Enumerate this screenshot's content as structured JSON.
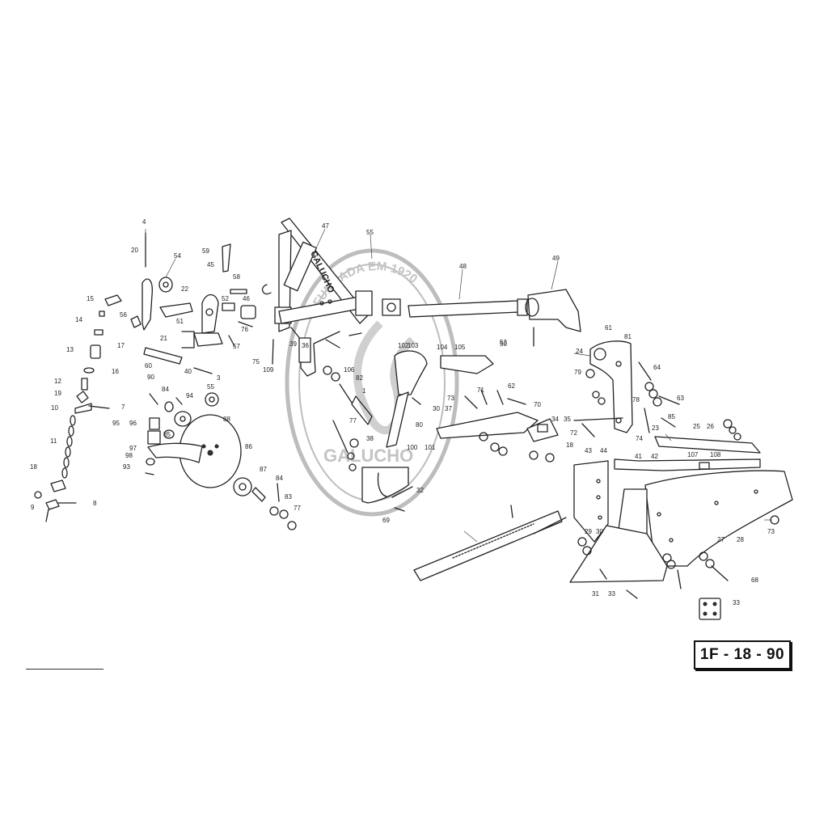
{
  "drawing_code": "1F - 18 - 90",
  "brand_plate": "GALUCHO",
  "watermark": {
    "text_top": "FUNDADA EM 1920",
    "text_bottom": "GALUCHO"
  },
  "part_numbers": [
    "4",
    "20",
    "54",
    "59",
    "45",
    "22",
    "58",
    "52",
    "46",
    "76",
    "57",
    "56",
    "15",
    "14",
    "17",
    "13",
    "16",
    "12",
    "19",
    "10",
    "7",
    "11",
    "18",
    "9",
    "8",
    "51",
    "21",
    "60",
    "40",
    "3",
    "47",
    "55",
    "48",
    "49",
    "50",
    "75",
    "109",
    "39",
    "106",
    "82",
    "1",
    "102",
    "103",
    "104",
    "105",
    "77",
    "36",
    "38",
    "80",
    "100",
    "101",
    "90",
    "84",
    "94",
    "55",
    "95",
    "96",
    "98",
    "93",
    "97",
    "85",
    "88",
    "87",
    "86",
    "84",
    "83",
    "77",
    "53",
    "69",
    "32",
    "61",
    "81",
    "24",
    "64",
    "79",
    "78",
    "63",
    "85",
    "73",
    "71",
    "62",
    "70",
    "30",
    "37",
    "34",
    "35",
    "18",
    "72",
    "74",
    "25",
    "26",
    "23",
    "43",
    "44",
    "41",
    "42",
    "107",
    "108",
    "27",
    "28",
    "29",
    "30",
    "31",
    "33",
    "33",
    "68",
    "73"
  ]
}
